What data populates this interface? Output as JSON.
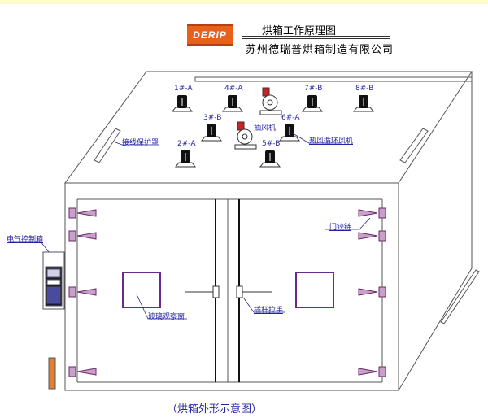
{
  "header": {
    "logo_text": "DERIP",
    "title": "烘箱工作原理图",
    "company": "苏州德瑞普烘箱制造有限公司"
  },
  "fans": [
    {
      "label": "1#-A"
    },
    {
      "label": "4#-A"
    },
    {
      "label": "7#-B"
    },
    {
      "label": "8#-B"
    },
    {
      "label": "3#-B"
    },
    {
      "label": "6#-A"
    },
    {
      "label": "2#-A"
    },
    {
      "label": "5#-B"
    }
  ],
  "callouts": {
    "wiring_cover": "接线保护罩",
    "exhaust_fan": "抽风机",
    "circulation_fan": "热风循环风机",
    "control_box": "电气控制箱",
    "door_hinge": "门铰链",
    "window": "玻璃观察窗",
    "handle": "插杆拉手"
  },
  "caption": "（烘箱外形示意图）",
  "colors": {
    "accent": "#2424a0",
    "logo": "#e8611a",
    "hinge": "#8a3a8a",
    "window": "#6a2a8a",
    "fan_red": "#cc2222"
  }
}
